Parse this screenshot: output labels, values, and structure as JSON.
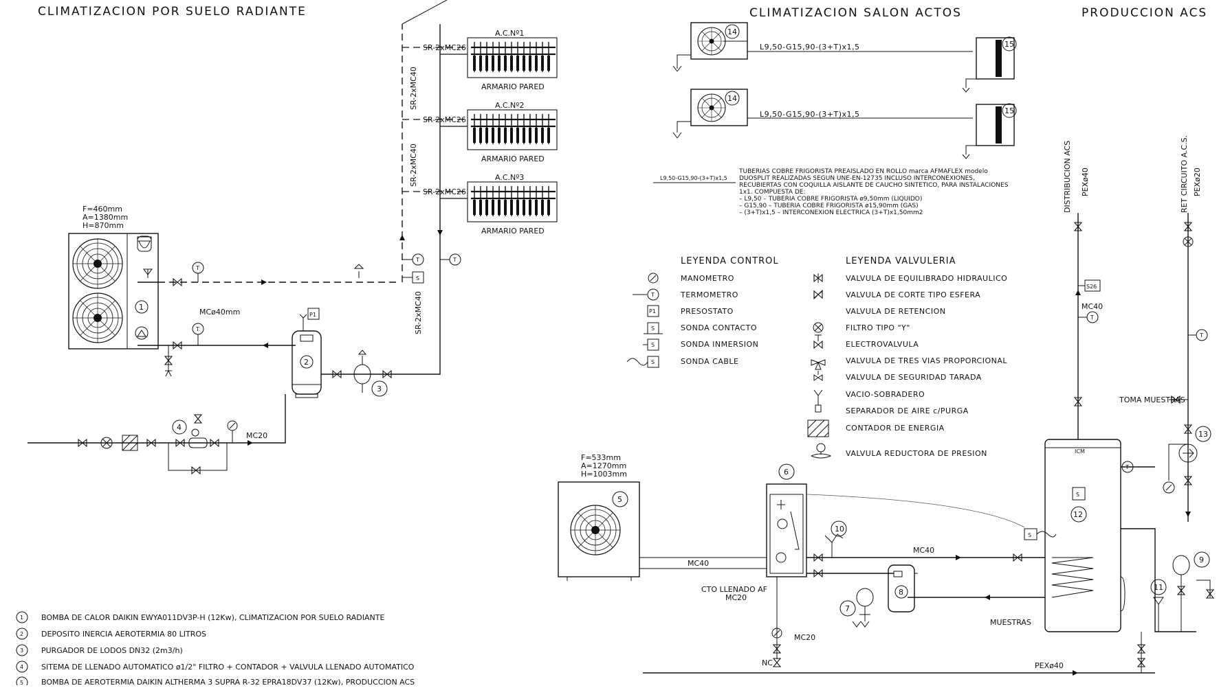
{
  "sections": {
    "floor_heating": "CLIMATIZACION POR SUELO RADIANTE",
    "hall": "CLIMATIZACION SALON ACTOS",
    "dhw": "PRODUCCION ACS"
  },
  "manifolds": [
    {
      "title": "A.C.Nº1",
      "caption": "ARMARIO PARED",
      "pipe": "SR-2xMC26"
    },
    {
      "title": "A.C.Nº2",
      "caption": "ARMARIO PARED",
      "pipe": "SR-2xMC26"
    },
    {
      "title": "A.C.Nº3",
      "caption": "ARMARIO PARED",
      "pipe": "SR-2xMC26"
    }
  ],
  "riser_labels": [
    "SR-2xMC40",
    "SR-2xMC40",
    "SR-2xMC40"
  ],
  "heat_pump_1": {
    "dims": [
      "F=460mm",
      "A=1380mm",
      "H=870mm"
    ],
    "pipe": "MCø40mm",
    "tag": "1"
  },
  "heat_pump_5": {
    "dims": [
      "F=533mm",
      "A=1270mm",
      "H=1003mm"
    ],
    "tag": "5"
  },
  "fill_pipe": "MC20",
  "split_units": [
    {
      "outdoor_tag": "14",
      "indoor_tag": "15",
      "pipe": "L9,50-G15,90-(3+T)x1,5"
    },
    {
      "outdoor_tag": "14",
      "indoor_tag": "15",
      "pipe": "L9,50-G15,90-(3+T)x1,5"
    }
  ],
  "pipe_note": {
    "key": "L9,50-G15,90-(3+T)x1,5",
    "lines": [
      "TUBERIAS COBRE FRIGORISTA PREAISLADO EN ROLLO marca AFMAFLEX modelo",
      "DUOSPLIT REALIZADAS SEGUN UNE-EN-12735 INCLUSO INTERCONEXIONES,",
      "RECUBIERTAS CON COQUILLA AISLANTE DE CAUCHO SINTETICO, PARA INSTALACIONES",
      "1x1. COMPUESTA DE:",
      "– L9,50 – TUBERIA COBRE FRIGORISTA ø9,50mm (LIQUIDO)",
      "– G15,90 – TUBERIA COBRE FRIGORISTA ø15,90mm (GAS)",
      "– (3+T)x1,5 – INTERCONEXION ELECTRICA (3+T)x1,50mm2"
    ]
  },
  "legend_control": {
    "title": "LEYENDA CONTROL",
    "items": [
      "MANOMETRO",
      "TERMOMETRO",
      "PRESOSTATO",
      "SONDA CONTACTO",
      "SONDA INMERSION",
      "SONDA CABLE"
    ]
  },
  "legend_valves": {
    "title": "LEYENDA VALVULERIA",
    "items": [
      "VALVULA DE EQUILIBRADO HIDRAULICO",
      "VALVULA DE CORTE TIPO ESFERA",
      "VALVULA DE RETENCION",
      "FILTRO TIPO \"Y\"",
      "ELECTROVALVULA",
      "VALVULA DE TRES VIAS PROPORCIONAL",
      "VALVULA DE SEGURIDAD TARADA",
      "VACIO-SOBRADERO",
      "SEPARADOR DE AIRE c/PURGA",
      "CONTADOR DE ENERGIA",
      "VALVULA REDUCTORA DE PRESION"
    ]
  },
  "dhw_labels": {
    "distribution": "DISTRIBUCION ACS",
    "dist_pipe": "PEXø40",
    "return": "RET CIRCUITO A.C.S.",
    "return_pipe": "PEXø20",
    "sample_tap": "TOMA MUESTRAS",
    "samples": "MUESTRAS",
    "tank_brand": "ICM",
    "mc40": "MC40",
    "s26": "S26",
    "pex40": "PEXø40",
    "fill": "CTO LLENADO AF",
    "fill_pipe": "MC20",
    "mc20": "MC20",
    "nc": "NC"
  },
  "tags": {
    "p1": "P1",
    "t": "T",
    "s": "S"
  },
  "bottom_legend": [
    {
      "num": "1",
      "text": "BOMBA DE CALOR DAIKIN EWYA011DV3P-H (12Kw), CLIMATIZACION POR SUELO RADIANTE"
    },
    {
      "num": "2",
      "text": "DEPOSITO INERCIA AEROTERMIA 80 LITROS"
    },
    {
      "num": "3",
      "text": "PURGADOR DE LODOS DN32 (2m3/h)"
    },
    {
      "num": "4",
      "text": "SITEMA DE LLENADO AUTOMATICO ø1/2\" FILTRO + CONTADOR + VALVULA LLENADO AUTOMATICO"
    },
    {
      "num": "5",
      "text": "BOMBA DE AEROTERMIA DAIKIN ALTHERMA 3 SUPRA R-32 EPRA18DV37 (12Kw), PRODUCCION ACS"
    }
  ],
  "callouts": [
    "2",
    "3",
    "4",
    "6",
    "7",
    "8",
    "9",
    "10",
    "11",
    "12",
    "13"
  ]
}
